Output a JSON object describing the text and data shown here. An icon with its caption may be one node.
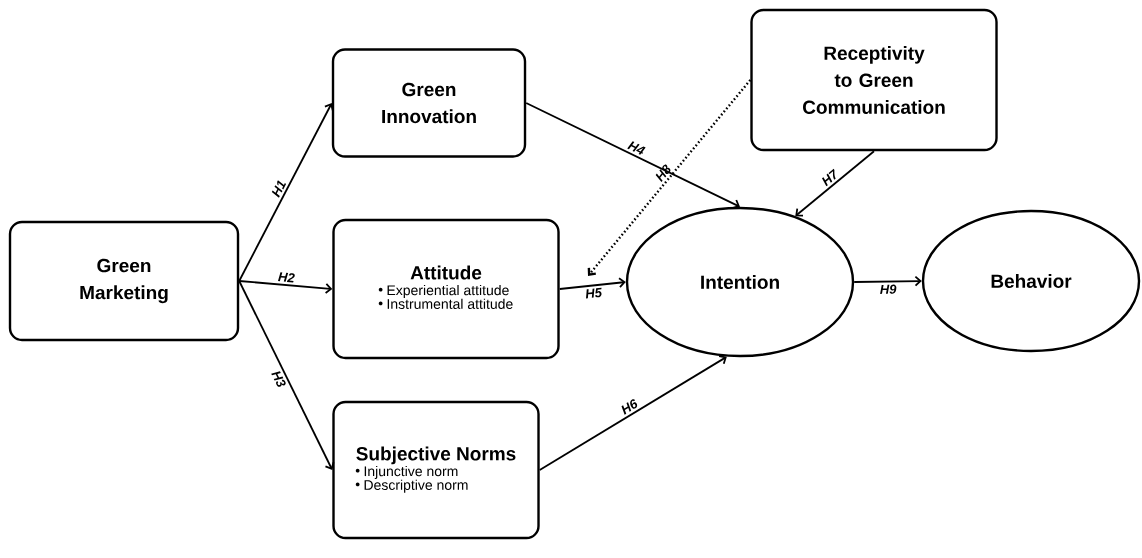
{
  "diagram": {
    "nodes": [
      {
        "text": [
          "Green Marketing"
        ]
      },
      {
        "text": [
          "Green Innovation"
        ]
      },
      {
        "text": [
          "Attitude",
          "Experiential attitude",
          "Instrumental attitude"
        ]
      },
      {
        "text": [
          "Subjective Norms",
          "Injunctive norm",
          "Descriptive norm"
        ]
      },
      {
        "text": [
          "Receptivity to Green Communication"
        ]
      },
      {
        "text": [
          "Intention"
        ]
      },
      {
        "text": [
          "Behavior"
        ]
      }
    ],
    "edges": [
      {
        "from": 0,
        "to": 1,
        "arrow": "to",
        "label": "H1"
      },
      {
        "from": 0,
        "to": 2,
        "arrow": "to",
        "label": "H2"
      },
      {
        "from": 0,
        "to": 3,
        "arrow": "to",
        "label": "H3"
      },
      {
        "from": 1,
        "to": 5,
        "arrow": "to",
        "label": "H4"
      },
      {
        "from": 2,
        "to": 5,
        "arrow": "to",
        "label": "H5"
      },
      {
        "from": 3,
        "to": 5,
        "arrow": "to",
        "label": "H6"
      },
      {
        "from": 4,
        "to": 5,
        "arrow": "to",
        "label": "H7"
      },
      {
        "from": 4,
        "to": null,
        "arrow": "to",
        "label": "H8",
        "style": "dashed"
      },
      {
        "from": 5,
        "to": 6,
        "arrow": "to",
        "label": "H9"
      }
    ]
  }
}
